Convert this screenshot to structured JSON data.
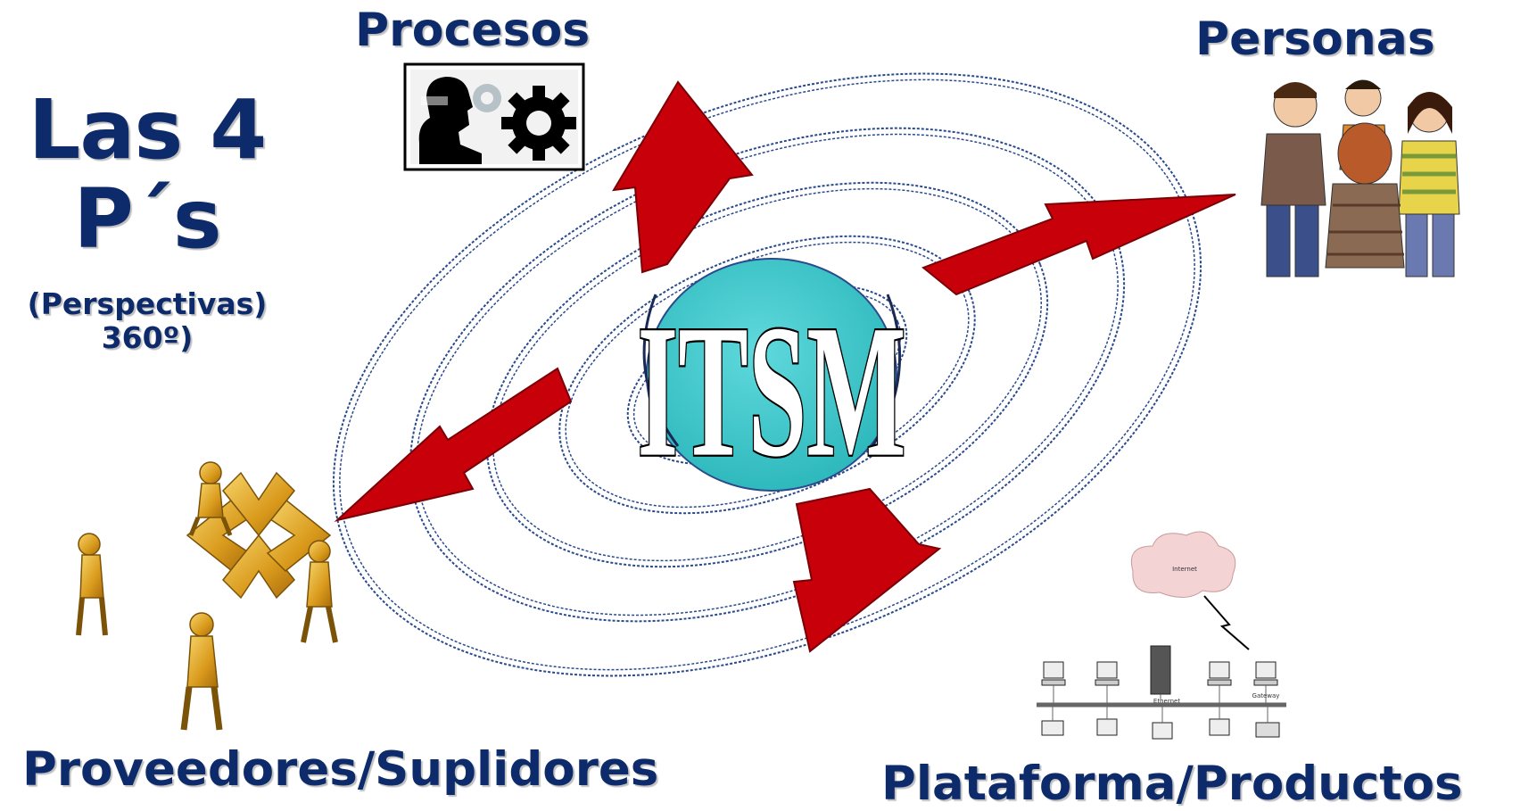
{
  "title": {
    "main_line1": "Las 4",
    "main_line2": "P´s",
    "sub_line1": "(Perspectivas)",
    "sub_line2": "360º)"
  },
  "center": {
    "label": "ITSM"
  },
  "perspectives": {
    "procesos": "Procesos",
    "personas": "Personas",
    "proveedores": "Proveedores/Suplidores",
    "plataforma": "Plataforma/Productos"
  },
  "network": {
    "internet": "Internet",
    "gateway": "Gateway",
    "ethernet": "Ethernet"
  },
  "colors": {
    "title_blue": "#0d2b6b",
    "arrow_red": "#c8000a",
    "orbit_blue": "#2a4a8c",
    "center_teal": "#3ec9cc",
    "gold": "#d99a1c"
  }
}
